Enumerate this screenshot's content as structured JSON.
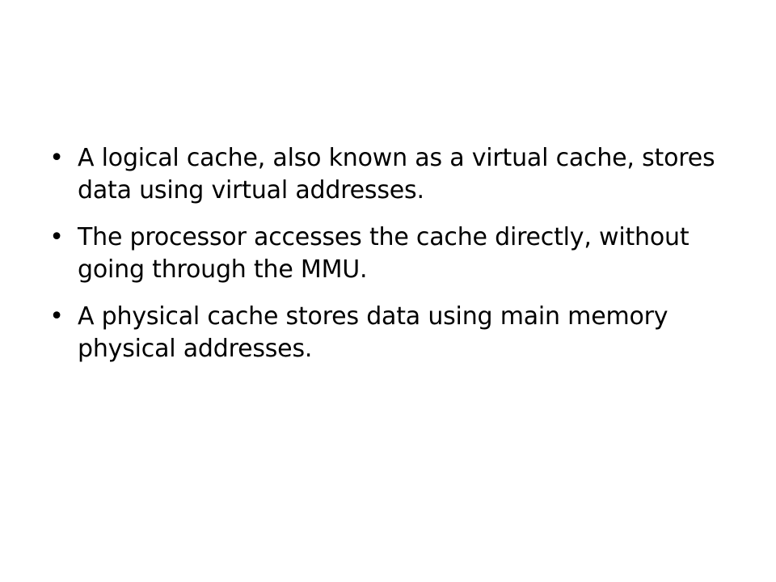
{
  "slide": {
    "bullet_glyph": "•",
    "bullets": [
      {
        "text": "A logical cache, also known as a virtual cache, stores data using virtual addresses."
      },
      {
        "text": "The processor accesses the cache directly, without going through the MMU."
      },
      {
        "text": "A physical cache stores data using main memory physical addresses."
      }
    ]
  }
}
